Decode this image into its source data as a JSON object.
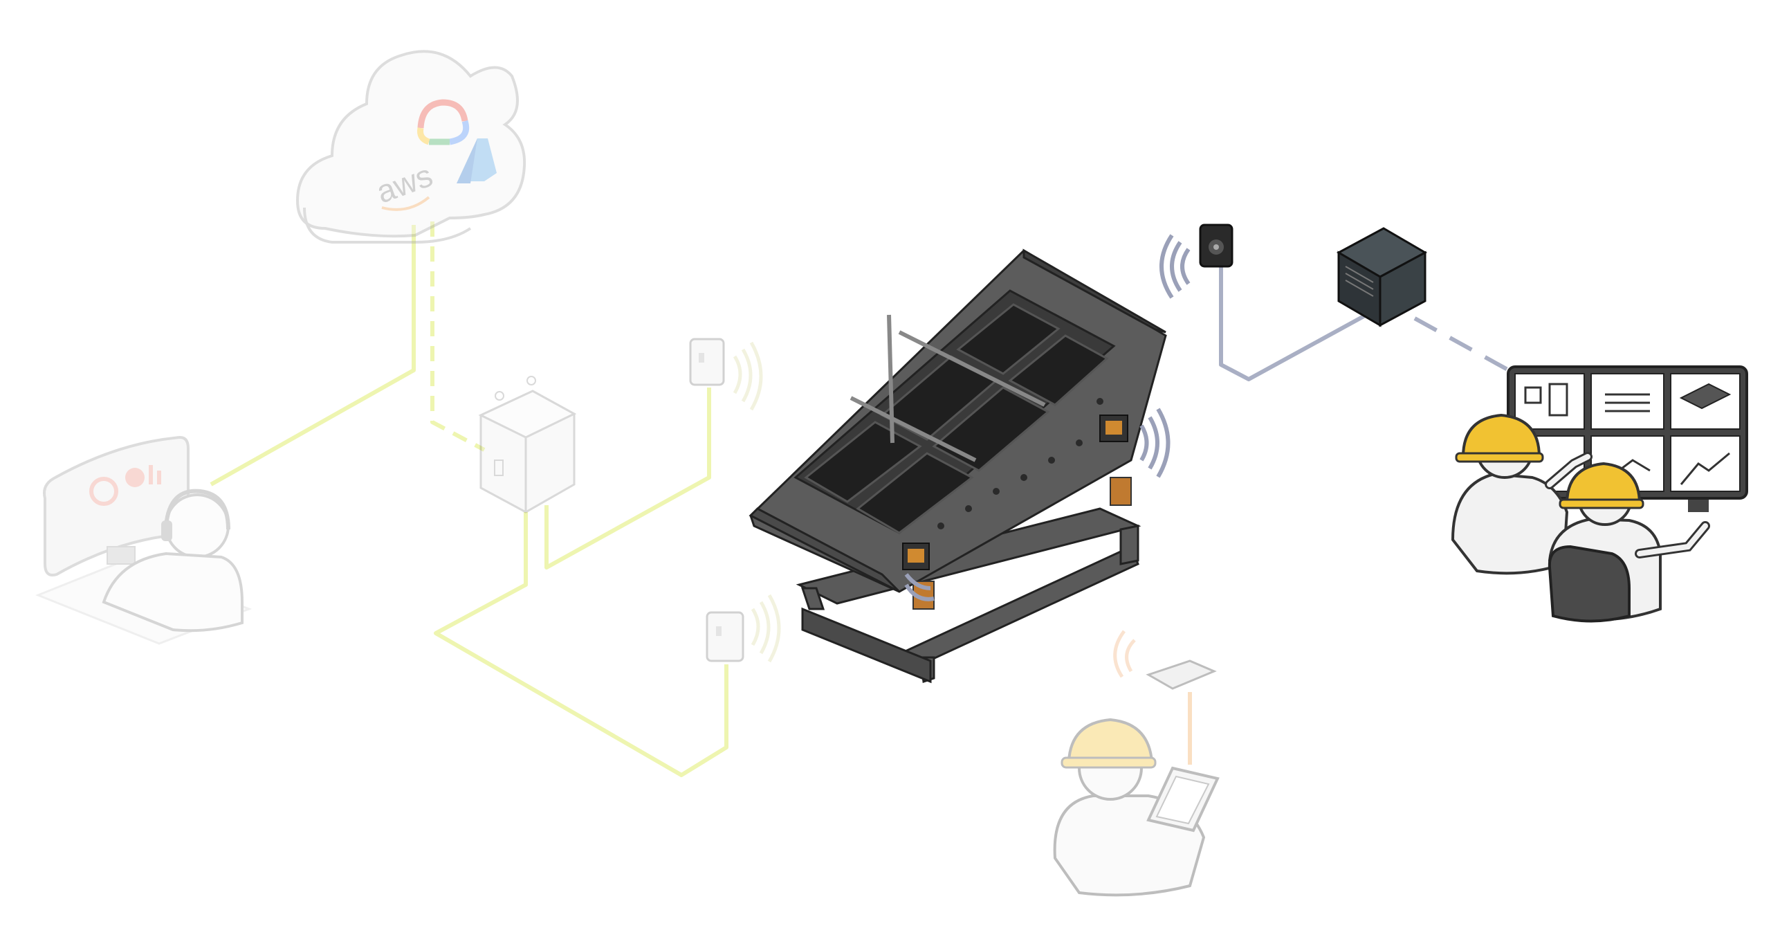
{
  "diagram": {
    "cloud": {
      "label": "aws",
      "providers": [
        "aws",
        "google-cloud",
        "azure"
      ]
    },
    "colors": {
      "active_link": "#a9afc4",
      "wifi_active": "#9aa0b8",
      "faded_link": "#eef5b0",
      "tablet_link": "#f7c99a",
      "hardhat": "#f1c232",
      "machine_dark": "#4a4a4a",
      "gateway_box": "#2e3438"
    },
    "icons": [
      "cloud-icon",
      "junction-box-icon",
      "remote-monitor-operator-icon",
      "wireless-sensor-icon",
      "vibrating-screen-machine-icon",
      "wireless-gateway-icon",
      "edge-server-box-icon",
      "dashboard-monitors-icon",
      "engineers-icon",
      "field-technician-tablet-icon"
    ]
  }
}
